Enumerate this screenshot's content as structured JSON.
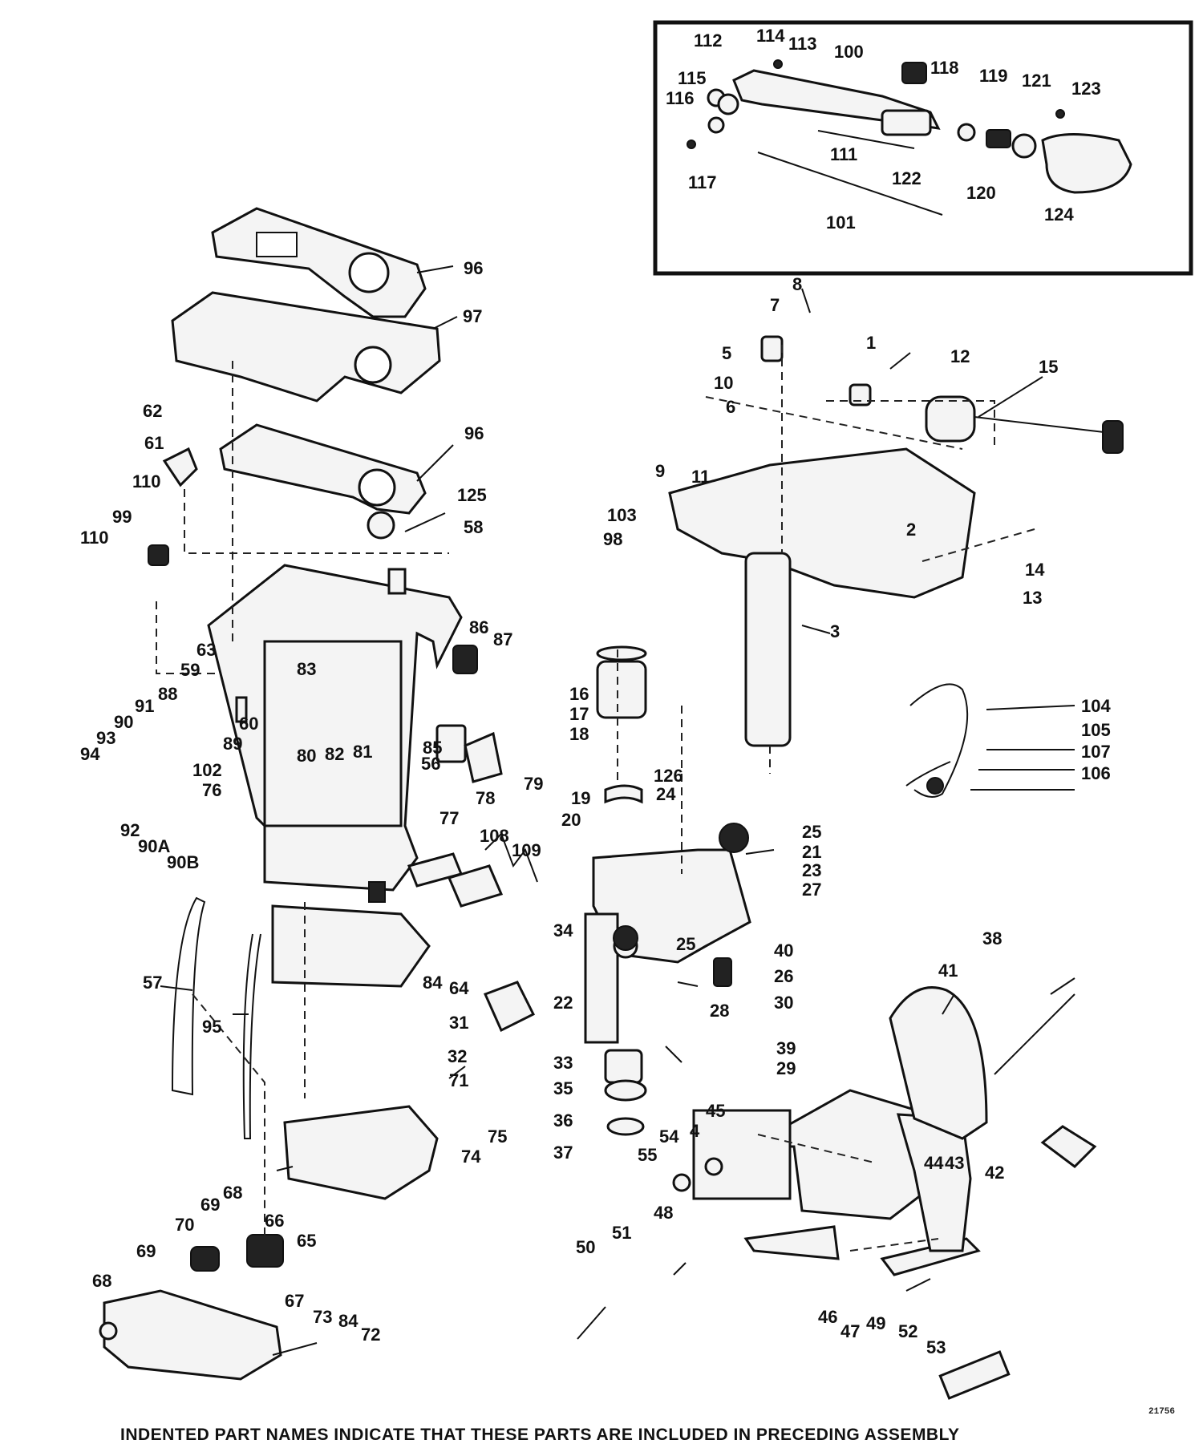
{
  "diagram": {
    "drawing_number": "21756",
    "footer_note": "INDENTED PART NAMES INDICATE THAT THESE PARTS ARE INCLUDED IN PRECEDING ASSEMBLY",
    "inset_labels": [
      "112",
      "114",
      "113",
      "100",
      "118",
      "119",
      "121",
      "123",
      "115",
      "116",
      "117",
      "111",
      "122",
      "120",
      "124",
      "101"
    ],
    "callouts": [
      "96",
      "97",
      "96",
      "62",
      "61",
      "110",
      "110",
      "99",
      "125",
      "58",
      "63",
      "59",
      "83",
      "86",
      "87",
      "88",
      "91",
      "90",
      "93",
      "94",
      "89",
      "60",
      "80",
      "82",
      "81",
      "85",
      "102",
      "76",
      "92",
      "90A",
      "90B",
      "56",
      "77",
      "78",
      "79",
      "108",
      "109",
      "34",
      "57",
      "95",
      "84",
      "64",
      "31",
      "22",
      "32",
      "33",
      "35",
      "36",
      "37",
      "71",
      "75",
      "74",
      "68",
      "69",
      "70",
      "66",
      "65",
      "69",
      "67",
      "68",
      "73",
      "84",
      "72",
      "8",
      "7",
      "5",
      "1",
      "12",
      "15",
      "10",
      "6",
      "9",
      "11",
      "103",
      "98",
      "2",
      "14",
      "13",
      "3",
      "16",
      "17",
      "18",
      "19",
      "20",
      "126",
      "24",
      "104",
      "105",
      "107",
      "106",
      "25",
      "21",
      "23",
      "27",
      "25",
      "40",
      "26",
      "28",
      "30",
      "39",
      "29",
      "38",
      "41",
      "45",
      "54",
      "4",
      "55",
      "44",
      "43",
      "42",
      "48",
      "51",
      "50",
      "46",
      "47",
      "49",
      "52",
      "53"
    ]
  }
}
